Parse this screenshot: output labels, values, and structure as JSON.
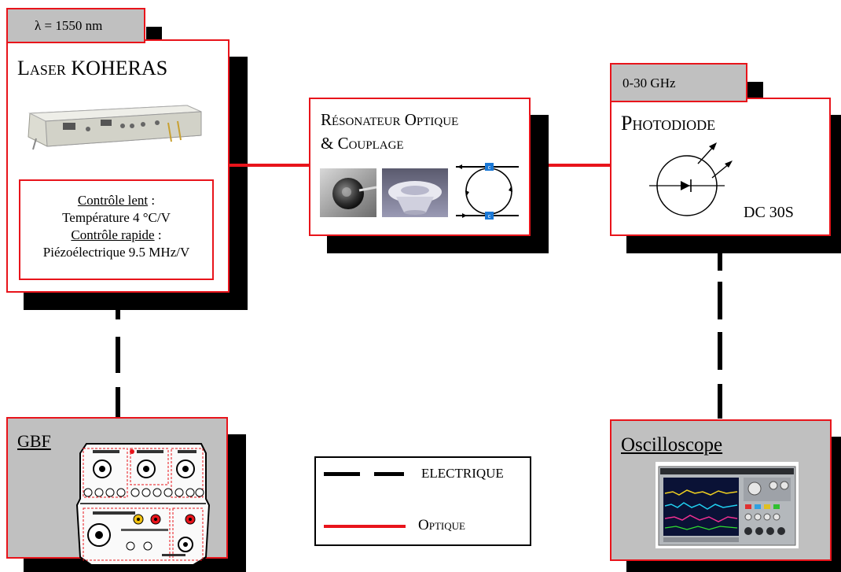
{
  "laser": {
    "wavelength_tag": "λ = 1550 nm",
    "title": "Laser KOHERAS",
    "slow_label": "Contrôle lent",
    "slow_suffix": " :",
    "slow_value": "Température 4 °C/V",
    "fast_label": "Contrôle rapide",
    "fast_suffix": " :",
    "fast_value": "Piézoélectrique 9.5 MHz/V"
  },
  "resonator": {
    "title_line1": "Résonateur Optique",
    "title_line2": "& Couplage",
    "coupler_label": "c"
  },
  "photodiode": {
    "bandwidth_tag": "0-30 GHz",
    "title": "Photodiode",
    "model": "DC 30S"
  },
  "gbf": {
    "title": "GBF"
  },
  "oscilloscope": {
    "title": "Oscilloscope"
  },
  "legend": {
    "electric_label": "ELECTRIQUE",
    "optical_label": "Optique"
  },
  "colors": {
    "optical_line": "#e8141b",
    "electric_line": "#000000",
    "tag_fill": "#c0c0c0"
  }
}
